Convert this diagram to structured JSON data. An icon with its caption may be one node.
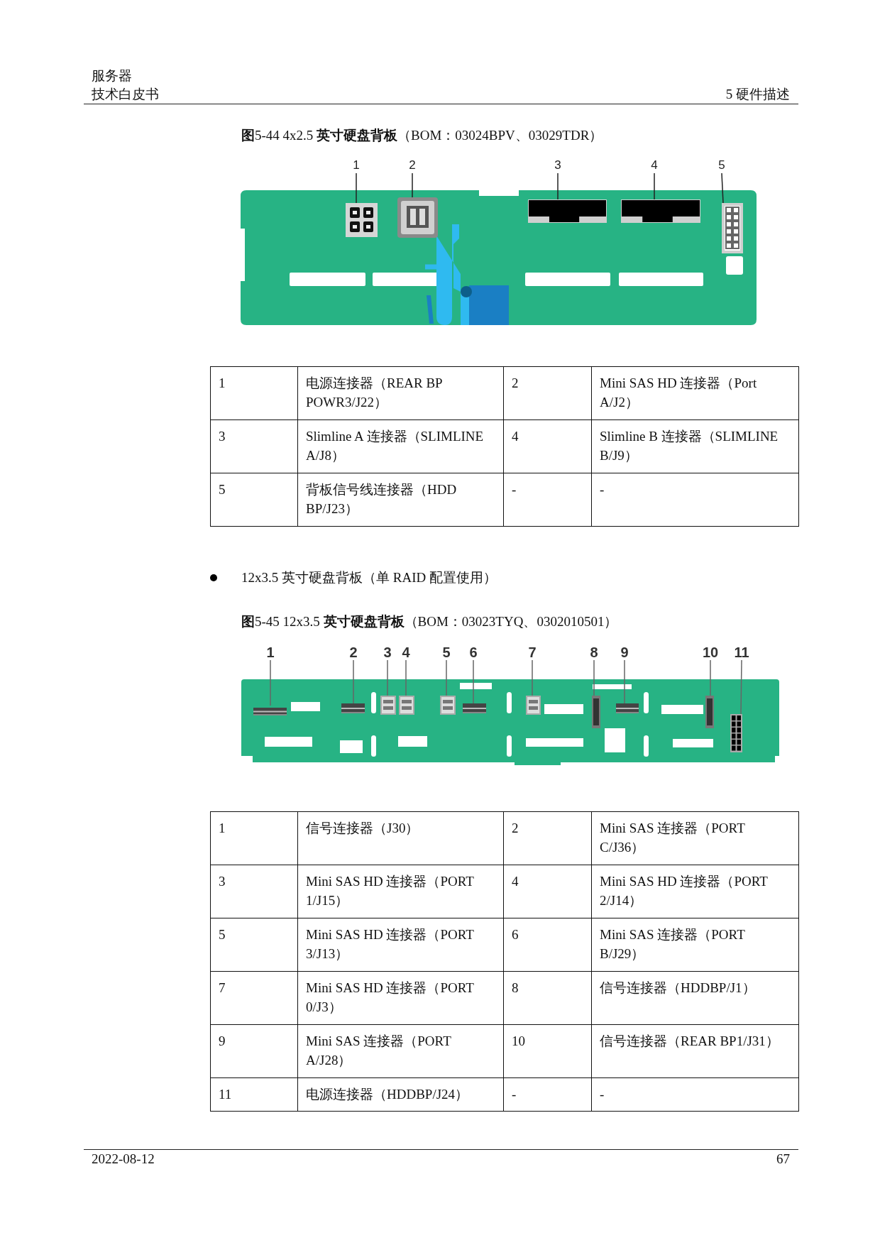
{
  "diagram": {
    "nodes": [
      {
        "text": [
          "1"
        ]
      },
      {
        "text": [
          "2"
        ]
      },
      {
        "text": [
          "3"
        ]
      },
      {
        "text": [
          "4"
        ]
      },
      {
        "text": [
          "5"
        ]
      },
      {
        "text": [],
        "shape": "box"
      },
      {
        "text": [],
        "shape": "box"
      },
      {
        "text": [],
        "shape": "box"
      },
      {
        "text": [],
        "shape": "box"
      },
      {
        "text": [],
        "shape": "box"
      },
      {
        "text": [
          "1"
        ]
      },
      {
        "text": [
          "2"
        ]
      },
      {
        "text": [
          "3"
        ]
      },
      {
        "text": [
          "4"
        ]
      },
      {
        "text": [
          "5"
        ]
      },
      {
        "text": [
          "6"
        ]
      },
      {
        "text": [
          "7"
        ]
      },
      {
        "text": [
          "8"
        ]
      },
      {
        "text": [
          "9"
        ]
      },
      {
        "text": [
          "10"
        ]
      },
      {
        "text": [
          "11"
        ]
      },
      {
        "text": [],
        "shape": "box"
      },
      {
        "text": [],
        "shape": "box"
      },
      {
        "text": [],
        "shape": "box"
      },
      {
        "text": [],
        "shape": "box"
      },
      {
        "text": [],
        "shape": "box"
      },
      {
        "text": [],
        "shape": "box"
      },
      {
        "text": [],
        "shape": "box"
      },
      {
        "text": [],
        "shape": "box"
      },
      {
        "text": [],
        "shape": "box"
      },
      {
        "text": [],
        "shape": "box"
      },
      {
        "text": [],
        "shape": "box"
      }
    ],
    "edges": [
      {
        "from": 0,
        "to": 5,
        "arrow": "none"
      },
      {
        "from": 1,
        "to": 6,
        "arrow": "none"
      },
      {
        "from": 2,
        "to": 7,
        "arrow": "none"
      },
      {
        "from": 3,
        "to": 8,
        "arrow": "none"
      },
      {
        "from": 4,
        "to": 9,
        "arrow": "none"
      },
      {
        "from": 10,
        "to": 21,
        "arrow": "none"
      },
      {
        "from": 11,
        "to": 22,
        "arrow": "none"
      },
      {
        "from": 12,
        "to": 23,
        "arrow": "none"
      },
      {
        "from": 13,
        "to": 24,
        "arrow": "none"
      },
      {
        "from": 14,
        "to": 25,
        "arrow": "none"
      },
      {
        "from": 15,
        "to": 26,
        "arrow": "none"
      },
      {
        "from": 16,
        "to": 27,
        "arrow": "none"
      },
      {
        "from": 17,
        "to": 28,
        "arrow": "none"
      },
      {
        "from": 18,
        "to": 29,
        "arrow": "none"
      },
      {
        "from": 19,
        "to": 30,
        "arrow": "none"
      },
      {
        "from": 20,
        "to": 31,
        "arrow": "none"
      }
    ],
    "labels": [
      "服务器",
      "技术白皮书",
      "5 硬件描述",
      "**图**5-44 4x2.5 **英寸硬盘背板**（BOM：03024BPV、03029TDR）",
      "1",
      "电源连接器（REAR BP POWR3/J22）",
      "2",
      "Mini SAS HD 连接器（Port A/J2）",
      "3",
      "Slimline A 连接器（SLIMLINE A/J8）",
      "4",
      "Slimline B 连接器（SLIMLINE B/J9）",
      "5",
      "背板信号线连接器（HDD BP/J23）",
      "-",
      "-",
      "12x3.5 英寸硬盘背板（单 RAID 配置使用）",
      "**图**5-45 12x3.5 **英寸硬盘背板**（BOM：03023TYQ、0302010501）",
      "1",
      "信号连接器（J30）",
      "2",
      "Mini SAS 连接器（PORT C/J36）",
      "3",
      "Mini SAS HD 连接器（PORT 1/J15）",
      "4",
      "Mini SAS HD 连接器（PORT 2/J14）",
      "5",
      "Mini SAS HD 连接器（PORT 3/J13）",
      "6",
      "Mini SAS 连接器（PORT B/J29）",
      "7",
      "Mini SAS HD 连接器（PORT 0/J3）",
      "8",
      "信号连接器（HDDBP/J1）",
      "9",
      "Mini SAS 连接器（PORT A/J28）",
      "10",
      "信号连接器（REAR BP1/J31）",
      "11",
      "电源连接器（HDDBP/J24）",
      "-",
      "-",
      "2022-08-12",
      "67"
    ]
  }
}
